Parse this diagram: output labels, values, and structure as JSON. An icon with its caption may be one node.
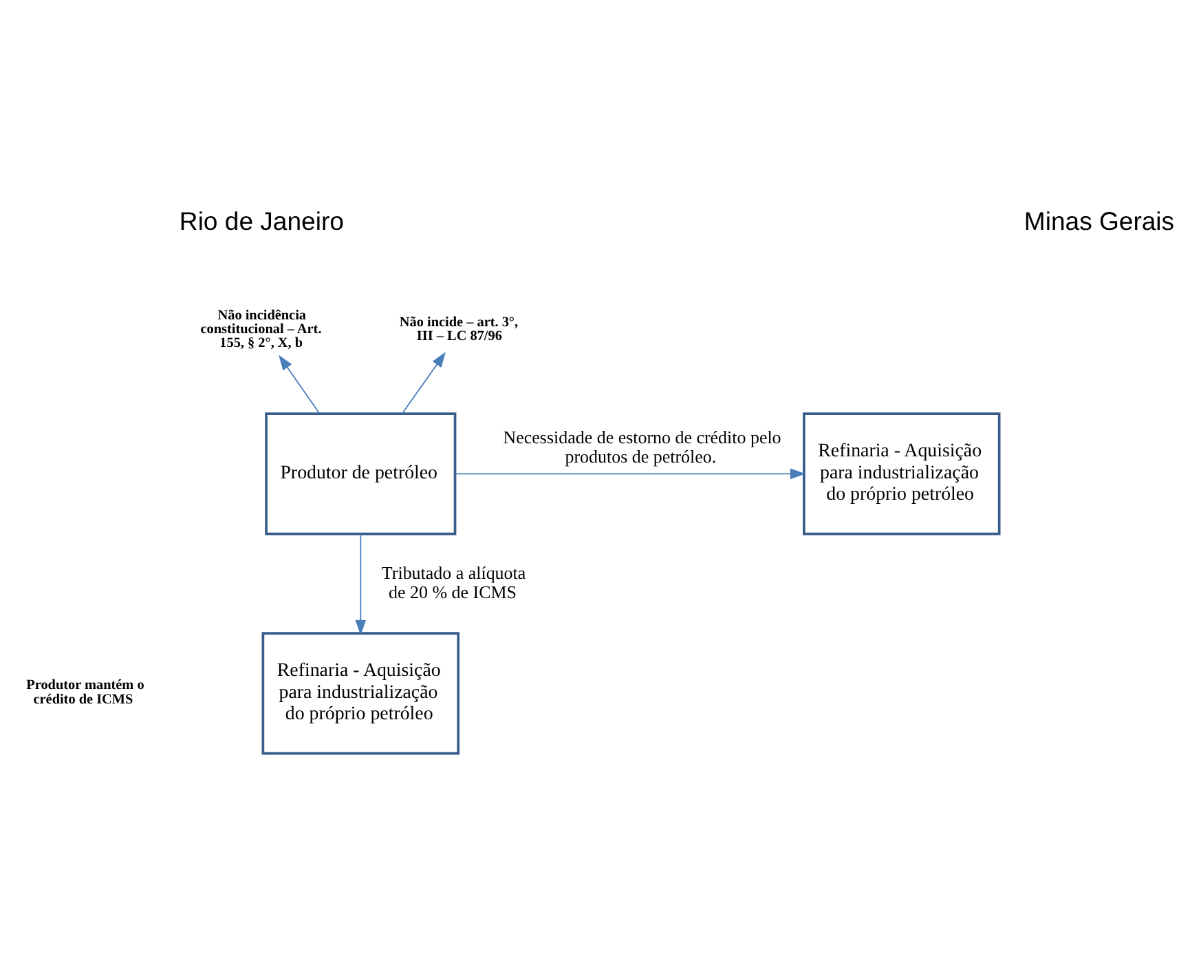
{
  "diagram": {
    "nodes": [
      {
        "text": [
          "Produtor de petróleo"
        ]
      },
      {
        "text": [
          "Refinaria - Aquisição para industrialização do próprio petróleo"
        ]
      },
      {
        "text": [
          "Refinaria - Aquisição para industrialização do próprio petróleo"
        ]
      },
      {
        "text": [
          "Não incidência constitucional – Art. 155, § 2°, X, b"
        ]
      },
      {
        "text": [
          "Não incide – art. 3°, III – LC 87/96"
        ]
      }
    ],
    "edges": [
      {
        "from": 0,
        "to": 1,
        "arrow": "to",
        "label": "Necessidade de estorno de crédito pelo produtos de petróleo."
      },
      {
        "from": 0,
        "to": 3,
        "arrow": "to"
      },
      {
        "from": 0,
        "to": 4,
        "arrow": "to"
      },
      {
        "from": 0,
        "to": 2,
        "arrow": "to",
        "label": "Tributado a alíquota de 20 % de ICMS"
      }
    ],
    "labels": [
      "Rio de Janeiro",
      "Minas Gerais",
      "Produtor mantém o crédito de ICMS"
    ]
  }
}
